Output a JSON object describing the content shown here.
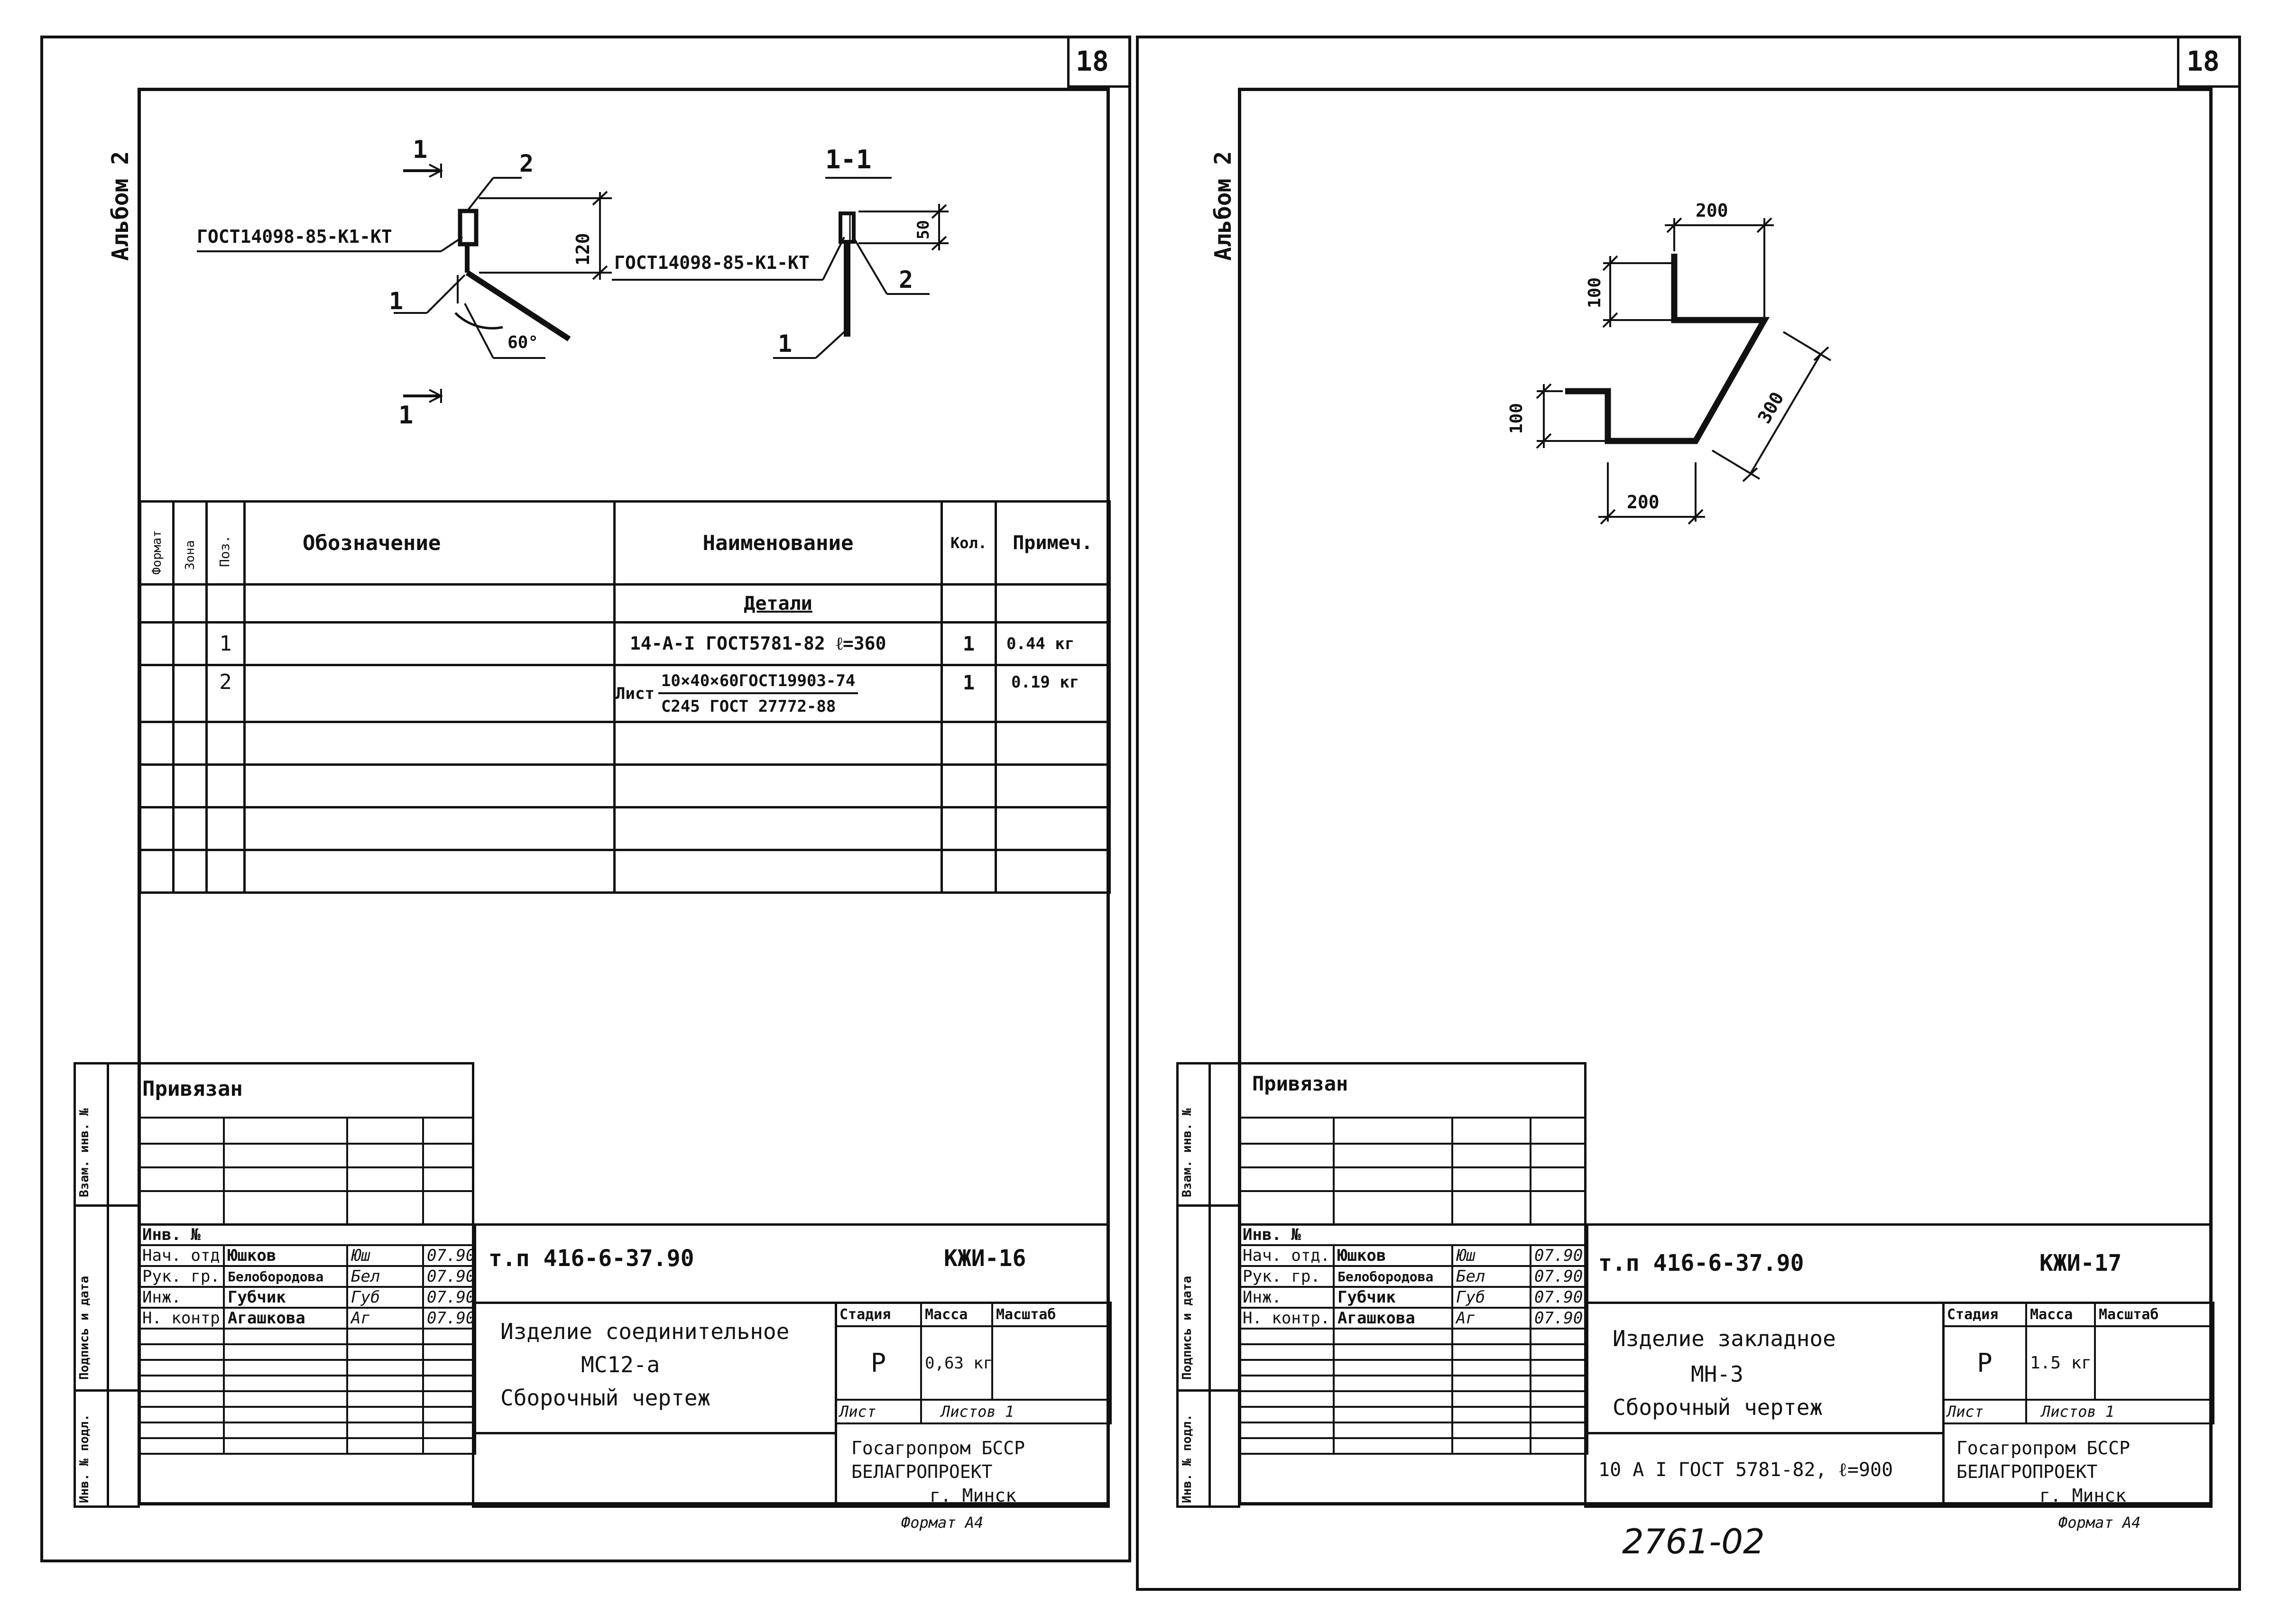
{
  "left": {
    "page_no": "18",
    "album": "Альбом 2",
    "drawing": {
      "gost_left": "ГОСТ14098-85-К1-КТ",
      "gost_right": "ГОСТ14098-85-К1-КТ",
      "section_top": "1",
      "section_bottom": "1",
      "section_view": "1-1",
      "pos1_a": "1",
      "pos2_a": "2",
      "pos1_b": "1",
      "pos2_b": "2",
      "dim_120": "120",
      "dim_50": "50",
      "angle_60": "60°"
    },
    "spec": {
      "headers": [
        "Формат",
        "Зона",
        "Поз.",
        "Обозначение",
        "Наименование",
        "Кол.",
        "Примеч."
      ],
      "section": "Детали",
      "rows": [
        {
          "pos": "1",
          "name": "14-А-I ГОСТ5781-82  ℓ=360",
          "qty": "1",
          "note": "0.44 кг"
        },
        {
          "pos": "2",
          "name_prefix": "Лист",
          "name_top": "10×40×60ГОСТ19903-74",
          "name_bottom": "С245 ГОСТ 27772-88",
          "qty": "1",
          "note": "0.19 кг"
        }
      ]
    },
    "title_block": {
      "privyazan": "Привязан",
      "side_labels": [
        "Взам. инв. №",
        "Подпись и дата",
        "Инв. № подл."
      ],
      "inv_no": "Инв. №",
      "people": [
        {
          "role": "Нач. отд.",
          "name": "Юшков",
          "sign": "Юш",
          "date": "07.90"
        },
        {
          "role": "Рук. гр.",
          "name": "Белобородова",
          "sign": "Бел",
          "date": "07.90"
        },
        {
          "role": "Инж.",
          "name": "Губчик",
          "sign": "Губ",
          "date": "07.90"
        },
        {
          "role": "Н. контр.",
          "name": "Агашкова",
          "sign": "Аг",
          "date": "07.90"
        }
      ],
      "project": "т.п 416-6-37.90",
      "code": "КЖИ-16",
      "title_line1": "Изделие  соединительное",
      "title_line2": "МС12-а",
      "title_line3": "Сборочный  чертеж",
      "stage_label": "Стадия",
      "mass_label": "Масса",
      "scale_label": "Масштаб",
      "stage": "Р",
      "mass": "0,63 кг",
      "sheet_label": "Лист",
      "sheets_label": "Листов 1",
      "org1": "Госагропром БССР",
      "org2": "БЕЛАГРОПРОЕКТ",
      "org3": "г. Минск",
      "format": "Формат  А4"
    }
  },
  "right": {
    "page_no": "18",
    "album": "Альбом 2",
    "drawing": {
      "dim_200_top": "200",
      "dim_100_top": "100",
      "dim_100_left": "100",
      "dim_300": "300",
      "dim_200_bottom": "200"
    },
    "title_block": {
      "privyazan": "Привязан",
      "side_labels": [
        "Взам. инв. №",
        "Подпись и дата",
        "Инв. № подл."
      ],
      "inv_no": "Инв. №",
      "people": [
        {
          "role": "Нач. отд.",
          "name": "Юшков",
          "sign": "Юш",
          "date": "07.90"
        },
        {
          "role": "Рук. гр.",
          "name": "Белобородова",
          "sign": "Бел",
          "date": "07.90"
        },
        {
          "role": "Инж.",
          "name": "Губчик",
          "sign": "Губ",
          "date": "07.90"
        },
        {
          "role": "Н. контр.",
          "name": "Агашкова",
          "sign": "Аг",
          "date": "07.90"
        }
      ],
      "project": "т.п 416-6-37.90",
      "code": "КЖИ-17",
      "title_line1": "Изделие  закладное",
      "title_line2": "МН-3",
      "title_line3": "Сборочный  чертеж",
      "material": "10 А I ГОСТ 5781-82,  ℓ=900",
      "stage_label": "Стадия",
      "mass_label": "Масса",
      "scale_label": "Масштаб",
      "stage": "Р",
      "mass": "1.5 кг",
      "sheet_label": "Лист",
      "sheets_label": "Листов 1",
      "org1": "Госагропром БССР",
      "org2": "БЕЛАГРОПРОЕКТ",
      "org3": "г. Минск",
      "format": "Формат  А4"
    }
  },
  "archive_number": "2761-02"
}
